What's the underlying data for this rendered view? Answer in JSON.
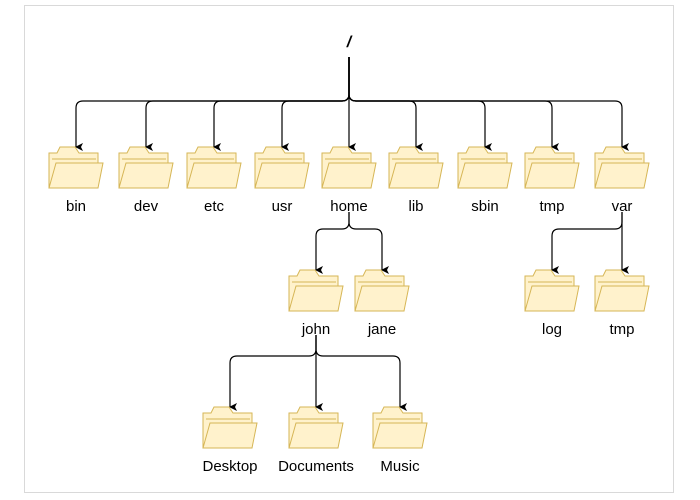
{
  "root": {
    "name": "/"
  },
  "colors": {
    "folder_fill": "#fff2cc",
    "folder_stroke": "#d6b656",
    "edge": "#000000"
  },
  "icon": "folder-icon",
  "folders": {
    "bin": "bin",
    "dev": "dev",
    "etc": "etc",
    "usr": "usr",
    "home": "home",
    "lib": "lib",
    "sbin": "sbin",
    "tmp": "tmp",
    "var": "var",
    "john": "john",
    "jane": "jane",
    "desktop": "Desktop",
    "documents": "Documents",
    "music": "Music",
    "log": "log",
    "var_tmp": "tmp"
  },
  "edges": [
    [
      "root",
      "bin"
    ],
    [
      "root",
      "dev"
    ],
    [
      "root",
      "etc"
    ],
    [
      "root",
      "usr"
    ],
    [
      "root",
      "home"
    ],
    [
      "root",
      "lib"
    ],
    [
      "root",
      "sbin"
    ],
    [
      "root",
      "tmp"
    ],
    [
      "root",
      "var"
    ],
    [
      "home",
      "john"
    ],
    [
      "home",
      "jane"
    ],
    [
      "john",
      "desktop"
    ],
    [
      "john",
      "documents"
    ],
    [
      "john",
      "music"
    ],
    [
      "var",
      "log"
    ],
    [
      "var",
      "var_tmp"
    ]
  ]
}
